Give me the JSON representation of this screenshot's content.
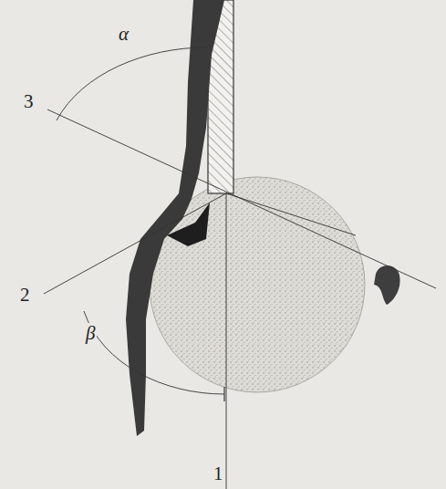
{
  "diagram": {
    "labels": [
      "α",
      "3",
      "2",
      "β",
      "1"
    ]
  }
}
